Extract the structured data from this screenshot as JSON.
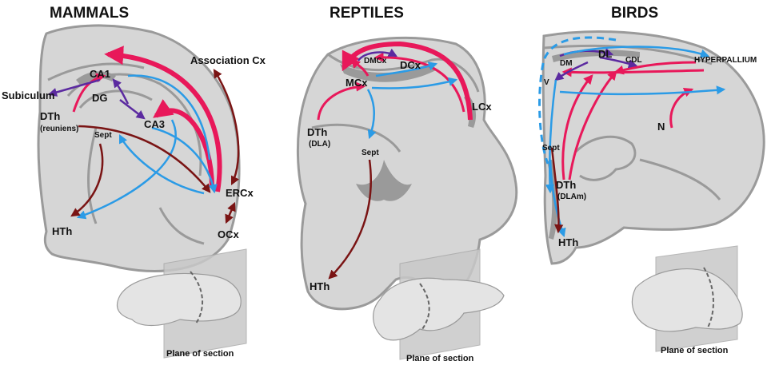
{
  "panels": {
    "mammals": {
      "title": "MAMMALS",
      "labels": {
        "association_cx": "Association Cx",
        "subiculum": "Subiculum",
        "ca1": "CA1",
        "dg": "DG",
        "ca3": "CA3",
        "dth": "DTh",
        "dth_sub": "(reuniens)",
        "sept": "Sept",
        "ercx": "ERCx",
        "ocx": "OCx",
        "hth": "HTh"
      },
      "plane_label": "Plane of section"
    },
    "reptiles": {
      "title": "REPTILES",
      "labels": {
        "dmcx": "DMCx",
        "dcx": "DCx",
        "mcx": "MCx",
        "lcx": "LCx",
        "dth": "DTh",
        "dth_sub": "(DLA)",
        "sept": "Sept",
        "hth": "HTh"
      },
      "plane_label": "Plane of section"
    },
    "birds": {
      "title": "BIRDS",
      "labels": {
        "dm": "DM",
        "dl": "DL",
        "cdl": "CDL",
        "hyperpallium": "HYPERPALLIUM",
        "v": "V",
        "n": "N",
        "sept": "Sept",
        "dth": "DTh",
        "dth_sub": "(DLAm)",
        "hth": "HTh"
      },
      "plane_label": "Plane of section"
    }
  },
  "colors": {
    "thalamic_input": "#e8185a",
    "intrinsic_pathway": "#5b2aa0",
    "output_pathway": "#2b9be6",
    "cortical_reciprocal": "#7a1414",
    "tissue": "#d6d6d6",
    "outline": "#9a9a9a"
  }
}
